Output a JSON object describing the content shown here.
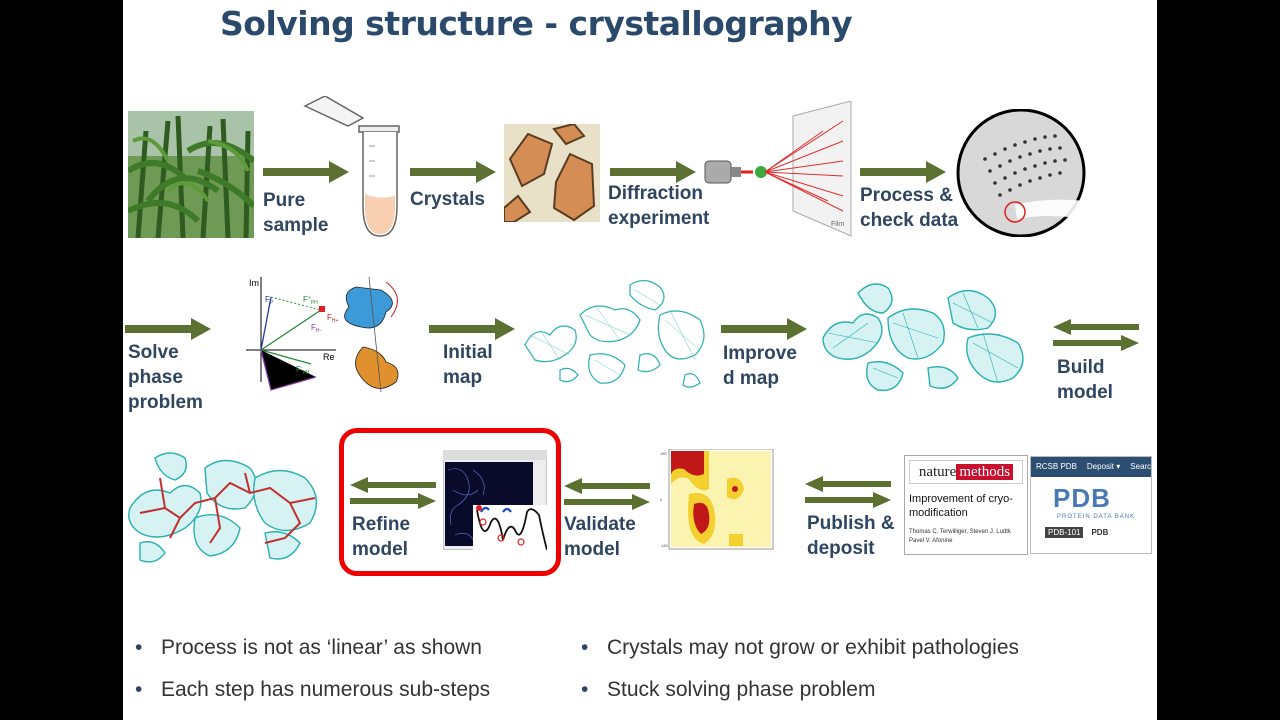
{
  "title": "Solving structure - crystallography",
  "steps": {
    "pure_sample": [
      "Pure",
      "sample"
    ],
    "crystals": "Crystals",
    "diffraction": [
      "Diffraction",
      "experiment"
    ],
    "process": [
      "Process &",
      "check data"
    ],
    "solve_phase": [
      "Solve",
      "phase",
      "problem"
    ],
    "initial_map": [
      "Initial",
      "map"
    ],
    "improve_map": [
      "Improve",
      "d map"
    ],
    "build_model": [
      "Build",
      "model"
    ],
    "refine_model": [
      "Refine",
      "model"
    ],
    "validate_model": [
      "Validate",
      "model"
    ],
    "publish": [
      "Publish &",
      "deposit"
    ]
  },
  "argand": {
    "im": "Im",
    "re": "Re",
    "fp": "F",
    "fp_sub": "P",
    "fph_plus": "F",
    "fph_plus_sup": "+",
    "fph_plus_sub": "PH",
    "fh_plus": "F",
    "fh_plus_sub": "H+",
    "fh_minus": "F",
    "fh_minus_sub": "H-",
    "fph_minus": "F",
    "fph_minus_sup": "-",
    "fph_minus_sub": "PH"
  },
  "film_label": "Film",
  "journal": {
    "logo_a": "nature",
    "logo_b": "methods",
    "article_title": "Improvement of cryo-",
    "article_title_2": "modification",
    "authors": "Thomas C. Terwilliger, Steven J. Ludtk",
    "authors_2": "Pavel V. Afonine"
  },
  "pdb": {
    "nav": [
      "RCSB PDB",
      "Deposit ▾",
      "Search"
    ],
    "logo": "PDB",
    "subtitle": "PROTEIN DATA BANK",
    "footer_a": "PDB-101",
    "footer_b": "PDB"
  },
  "bullets_left": [
    "Process is not as ‘linear’ as shown",
    "Each step has numerous sub-steps"
  ],
  "bullets_right": [
    "Crystals may not grow or exhibit pathologies",
    "Stuck solving phase problem"
  ],
  "colors": {
    "arrow": "#5b7031",
    "title": "#2b4a6b",
    "label": "#2f4560",
    "highlight": "#ee0000",
    "density": "#2ab0b0"
  }
}
